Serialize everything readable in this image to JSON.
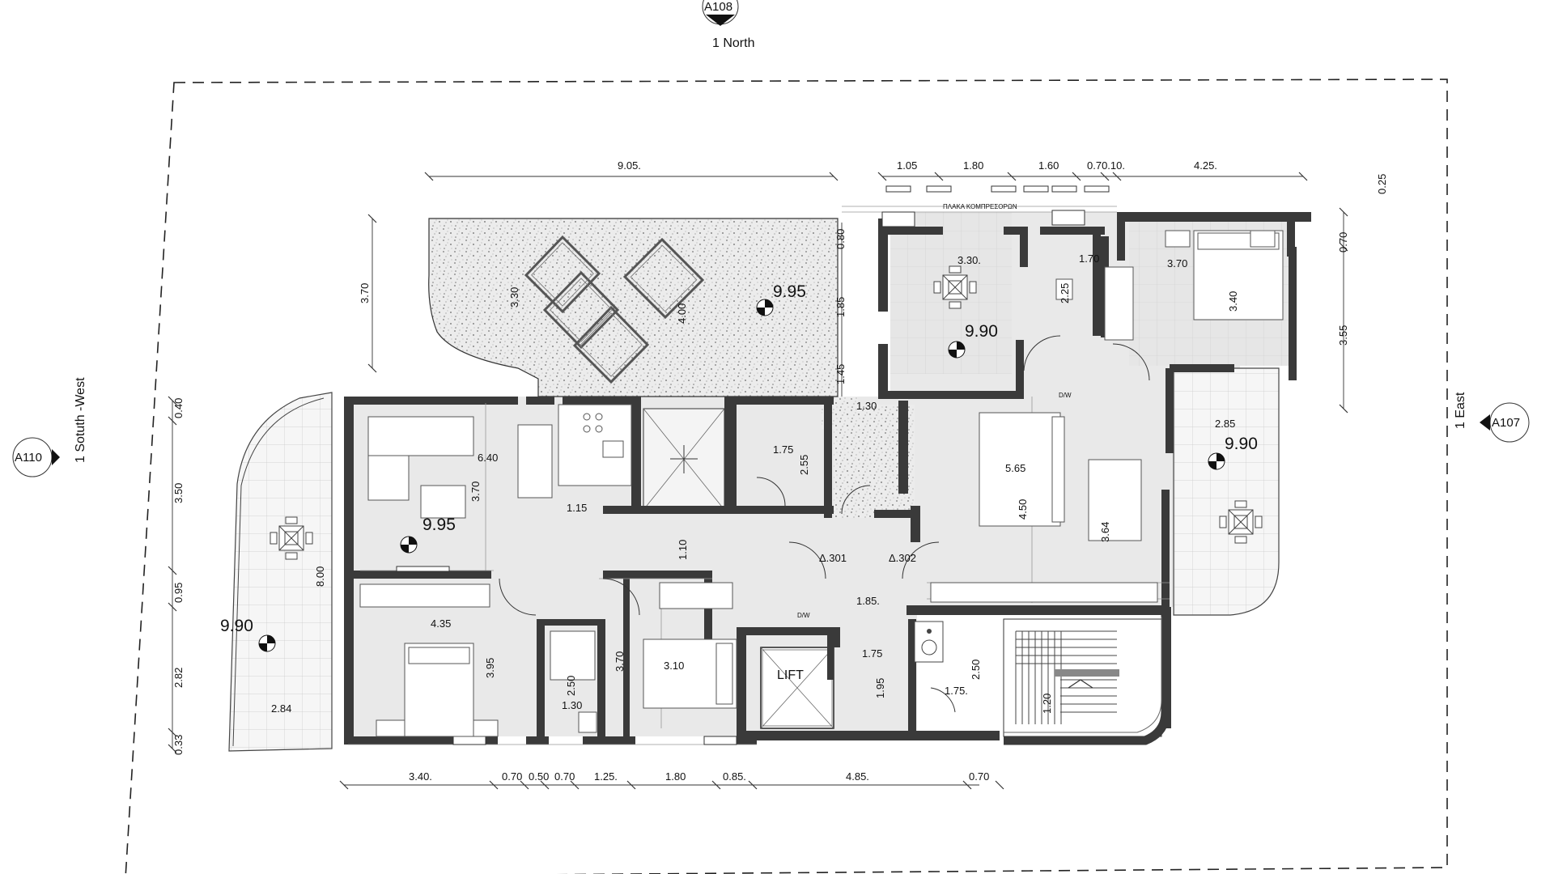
{
  "views": {
    "north": "1 North",
    "north_ref": "A108",
    "south_west": "1 Sotuth -West",
    "south_west_ref": "A110",
    "east": "1 East",
    "east_ref": "A107"
  },
  "labels": {
    "lift": "LIFT",
    "dw1": "D/W",
    "dw2": "D/W",
    "compressor": "ΠΛΑΚΑ ΚΟΜΠΡΕΣΟΡΩΝ",
    "apt301": "Δ.301",
    "apt302": "Δ.302"
  },
  "levels": {
    "terrace_top": "9.95",
    "bedroom_ne": "9.90",
    "balcony_east": "9.90",
    "living_west": "9.95",
    "balcony_west": "9.90"
  },
  "dims": {
    "top_905": "9.05.",
    "top_105": "1.05",
    "top_180": "1.80",
    "top_160": "1.60",
    "top_070_10": "0.70.10.",
    "top_425": "4.25.",
    "top_025": "0.25",
    "left_370": "3.70",
    "terr_330": "3.30",
    "terr_400": "4.00",
    "v_080": "0.80",
    "v_185": "1.85",
    "v_145": "1.45",
    "h_130": "1.30",
    "ne_330": "3.30.",
    "wc_170": "1.70",
    "wc_225": "2.25",
    "bed_370": "3.70",
    "bed_340": "3.40",
    "r_070": "0.70",
    "r_355": "3.55",
    "bal_285": "2.85",
    "liv_640": "6.40",
    "liv_370": "3.70",
    "liv_115": "1.15",
    "wc2_175": "1.75",
    "wc2_255": "2.55",
    "corr_110": "1.10",
    "liv2_565": "5.65",
    "liv2_450": "4.50",
    "liv2_364": "3.64",
    "l_040": "0.40",
    "l_350": "3.50",
    "l_095": "0.95",
    "l_282": "2.82",
    "l_033": "0.33",
    "bal_800": "8.00",
    "bal_284": "2.84",
    "bed1_435": "4.35",
    "bed1_395": "3.95",
    "bath_250": "2.50",
    "bath_130": "1.30",
    "bed2_370": "3.70",
    "bed2_310": "3.10",
    "lob_185": "1.85.",
    "lob_175": "1.75",
    "lob_195": "1.95",
    "stair_250": "2.50",
    "stair_175": "1.75.",
    "stair_120": "1.20",
    "bot_340": "3.40.",
    "bot_070a": "0.70",
    "bot_050": "0.50",
    "bot_070b": "0.70",
    "bot_125": "1.25.",
    "bot_180": "1.80",
    "bot_085": "0.85.",
    "bot_485": "4.85.",
    "bot_070c": "0.70"
  }
}
